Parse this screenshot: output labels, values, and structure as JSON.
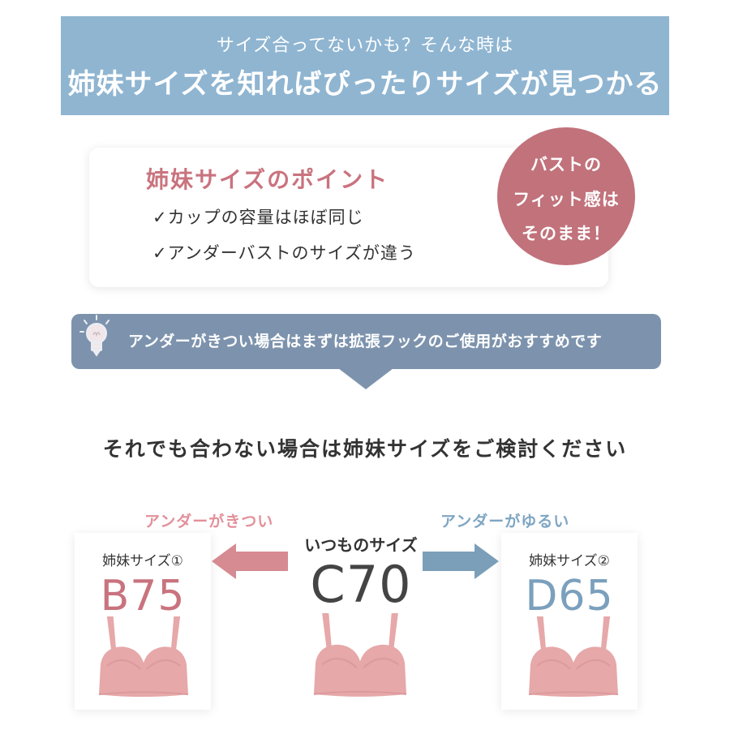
{
  "banner": {
    "subtitle": "サイズ合ってないかも？そんな時は",
    "title": "姉妹サイズを知ればぴったりサイズが見つかる"
  },
  "points": {
    "title": "姉妹サイズのポイント",
    "items": [
      "✓カップの容量はほぼ同じ",
      "✓アンダーバストのサイズが違う"
    ]
  },
  "badge": {
    "lines": [
      "バストの",
      "フィット感は",
      "そのまま！"
    ]
  },
  "tip": {
    "icon": "lightbulb-icon",
    "text": "アンダーがきつい場合はまずは拡張フックのご使用がおすすめです"
  },
  "headline": "それでも合わない場合は姉妹サイズをご検討ください",
  "sizes": {
    "tight_label": "アンダーがきつい",
    "loose_label": "アンダーがゆるい",
    "current": {
      "label": "いつものサイズ",
      "value": "C70"
    },
    "sister1": {
      "label": "姉妹サイズ①",
      "value": "B75"
    },
    "sister2": {
      "label": "姉妹サイズ②",
      "value": "D65"
    }
  },
  "colors": {
    "banner": "#8fb5d1",
    "rose": "#c9737e",
    "blue": "#7ba0bd",
    "tip_bar": "#7d93ad",
    "bra": "#e6a8a9"
  }
}
